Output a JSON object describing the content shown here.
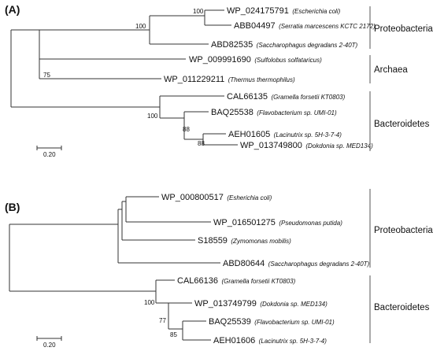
{
  "panels": [
    {
      "label": "(A)",
      "scale_label": "0.20",
      "leaves": [
        {
          "acc": "WP_024175791",
          "org": "(Escherichia coli)"
        },
        {
          "acc": "ABB04497",
          "org": "(Serratia marcescens KCTC 2172)"
        },
        {
          "acc": "ABD82535",
          "org": "(Saccharophagus degradans 2-40T)"
        },
        {
          "acc": "WP_009991690",
          "org": "(Sulfolobus solfataricus)"
        },
        {
          "acc": "WP_011229211",
          "org": "(Thermus thermophilus)"
        },
        {
          "acc": "CAL66135",
          "org": "(Gramella forsetii KT0803)"
        },
        {
          "acc": "BAQ25538",
          "org": "(Flavobacterium sp. UMI-01)"
        },
        {
          "acc": "AEH01605",
          "org": "(Lacinutrix sp. 5H-3-7-4)"
        },
        {
          "acc": "WP_013749800",
          "org": "(Dokdonia sp. MED134)"
        }
      ],
      "bootstraps": [
        "100",
        "100",
        "75",
        "100",
        "88",
        "88"
      ],
      "groups": [
        "Proteobacteria",
        "Archaea",
        "Bacteroidetes"
      ]
    },
    {
      "label": "(B)",
      "scale_label": "0.20",
      "leaves": [
        {
          "acc": "WP_000800517",
          "org": "(Esherichia coli)"
        },
        {
          "acc": "WP_016501275",
          "org": "(Pseudomonas putida)"
        },
        {
          "acc": "S18559",
          "org": "(Zymomonas mobilis)"
        },
        {
          "acc": "ABD80644",
          "org": "(Saccharophagus degradans 2-40T)"
        },
        {
          "acc": "CAL66136",
          "org": "(Gramella forsetii KT0803)"
        },
        {
          "acc": "WP_013749799",
          "org": "(Dokdonia sp. MED134)"
        },
        {
          "acc": "BAQ25539",
          "org": "(Flavobacterium sp. UMI-01)"
        },
        {
          "acc": "AEH01606",
          "org": "(Lacinutrix sp. 5H-3-7-4)"
        }
      ],
      "bootstraps": [
        "100",
        "77",
        "85"
      ],
      "groups": [
        "Proteobacteria",
        "Bacteroidetes"
      ]
    }
  ]
}
